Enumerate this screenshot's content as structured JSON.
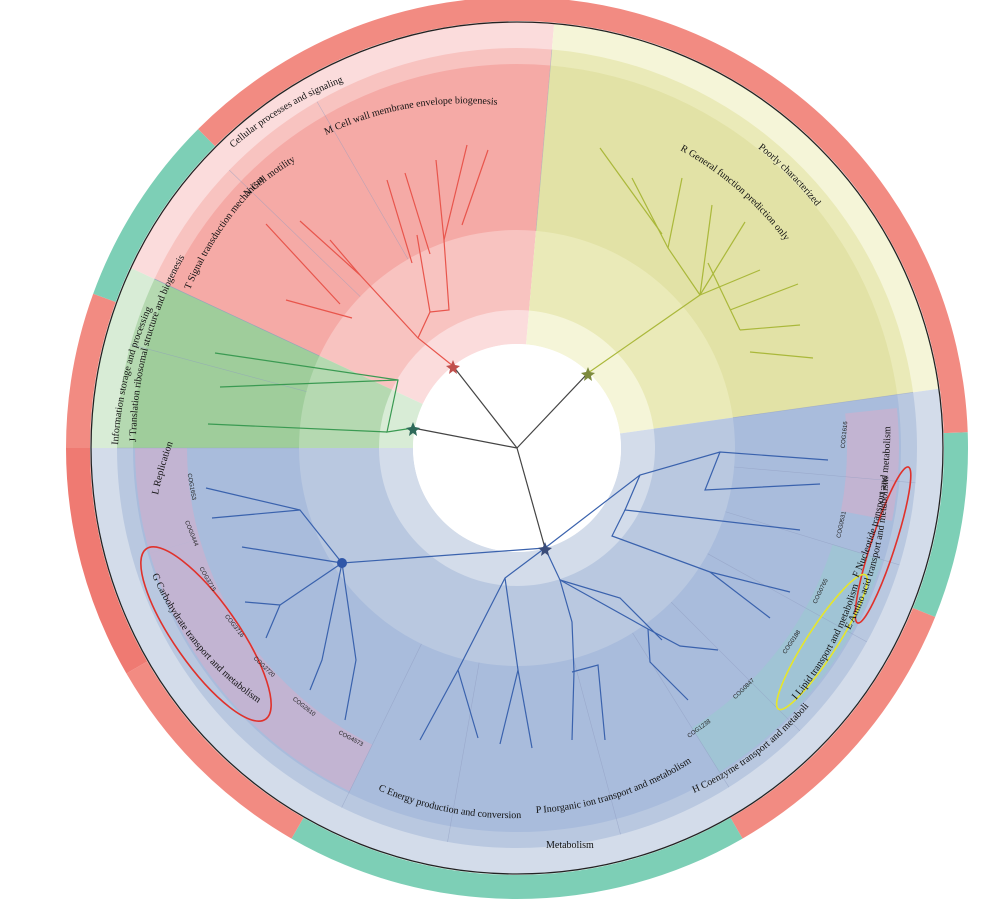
{
  "colors": {
    "red": "#f28b82",
    "red_dark": "#ef7a72",
    "teal": "#7dcfb6",
    "cellular_outer": "#fbdcdc",
    "cellular_mid": "#f8c3c0",
    "cellular_inner": "#f5aaa6",
    "poor_outer": "#f5f5d8",
    "poor_mid": "#eaeab8",
    "poor_inner": "#e2e2a6",
    "info_outer": "#d8ecd6",
    "info_mid": "#b5d9b1",
    "info_inner": "#9fcd9b",
    "meta_outer": "#d3dcea",
    "meta_mid": "#b9c8e0",
    "meta_inner": "#a9bcdc",
    "cog_purple": "#c4b2d0",
    "cog_teal": "#9ec4d4",
    "branch_red": "#e8554c",
    "branch_olive": "#aab83a",
    "branch_green": "#3a9a52",
    "branch_blue": "#3a62ad",
    "circle_red": "#e0312b",
    "circle_yellow": "#e6e62a"
  },
  "groups": {
    "cellular": "Cellular processes and signaling",
    "poor": "Poorly characterized",
    "info": "Information storage and processing",
    "metabolism": "Metabolism"
  },
  "categories": {
    "M": "M Cell wall membrane envelope biogenesis",
    "N": "N Cell motility",
    "T": "T Signal transduction mechanisms",
    "R": "R General function prediction only",
    "J": "J Translation ribosomal structure and biogenesis",
    "L": "L Replication recombination and repair",
    "F": "F Nucleotide transport and metabolism",
    "E": "E Amino acid transport and metabolism",
    "I": "I Lipid transport and metabolism",
    "H": "H Coenzyme transport and metabolism",
    "P": "P Inorganic ion transport and metabolism",
    "C": "C Energy production and conversion",
    "G": "G Carbohydrate transport and metabolism"
  },
  "cogs": {
    "c0": "COG1616",
    "c1": "COG0531",
    "c2": "COG0765",
    "c3": "COG0188",
    "c4": "COG0847",
    "c5": "COG1238",
    "c6": "COG1653",
    "c7": "COG0444",
    "c8": "COG3715",
    "c9": "COG3716",
    "c10": "COG2720",
    "c11": "COG2610",
    "c12": "COG4573"
  },
  "ring_segments": [
    {
      "start": -90,
      "end": -2,
      "color": "red"
    },
    {
      "start": -2,
      "end": 22,
      "color": "teal"
    },
    {
      "start": 22,
      "end": 60,
      "color": "red"
    },
    {
      "start": 60,
      "end": 120,
      "color": "teal"
    },
    {
      "start": 120,
      "end": 150,
      "color": "red"
    },
    {
      "start": 150,
      "end": 180,
      "color": "red_dark"
    },
    {
      "start": 180,
      "end": 200,
      "color": "red"
    },
    {
      "start": 200,
      "end": 225,
      "color": "teal"
    },
    {
      "start": 225,
      "end": 270,
      "color": "red"
    }
  ]
}
